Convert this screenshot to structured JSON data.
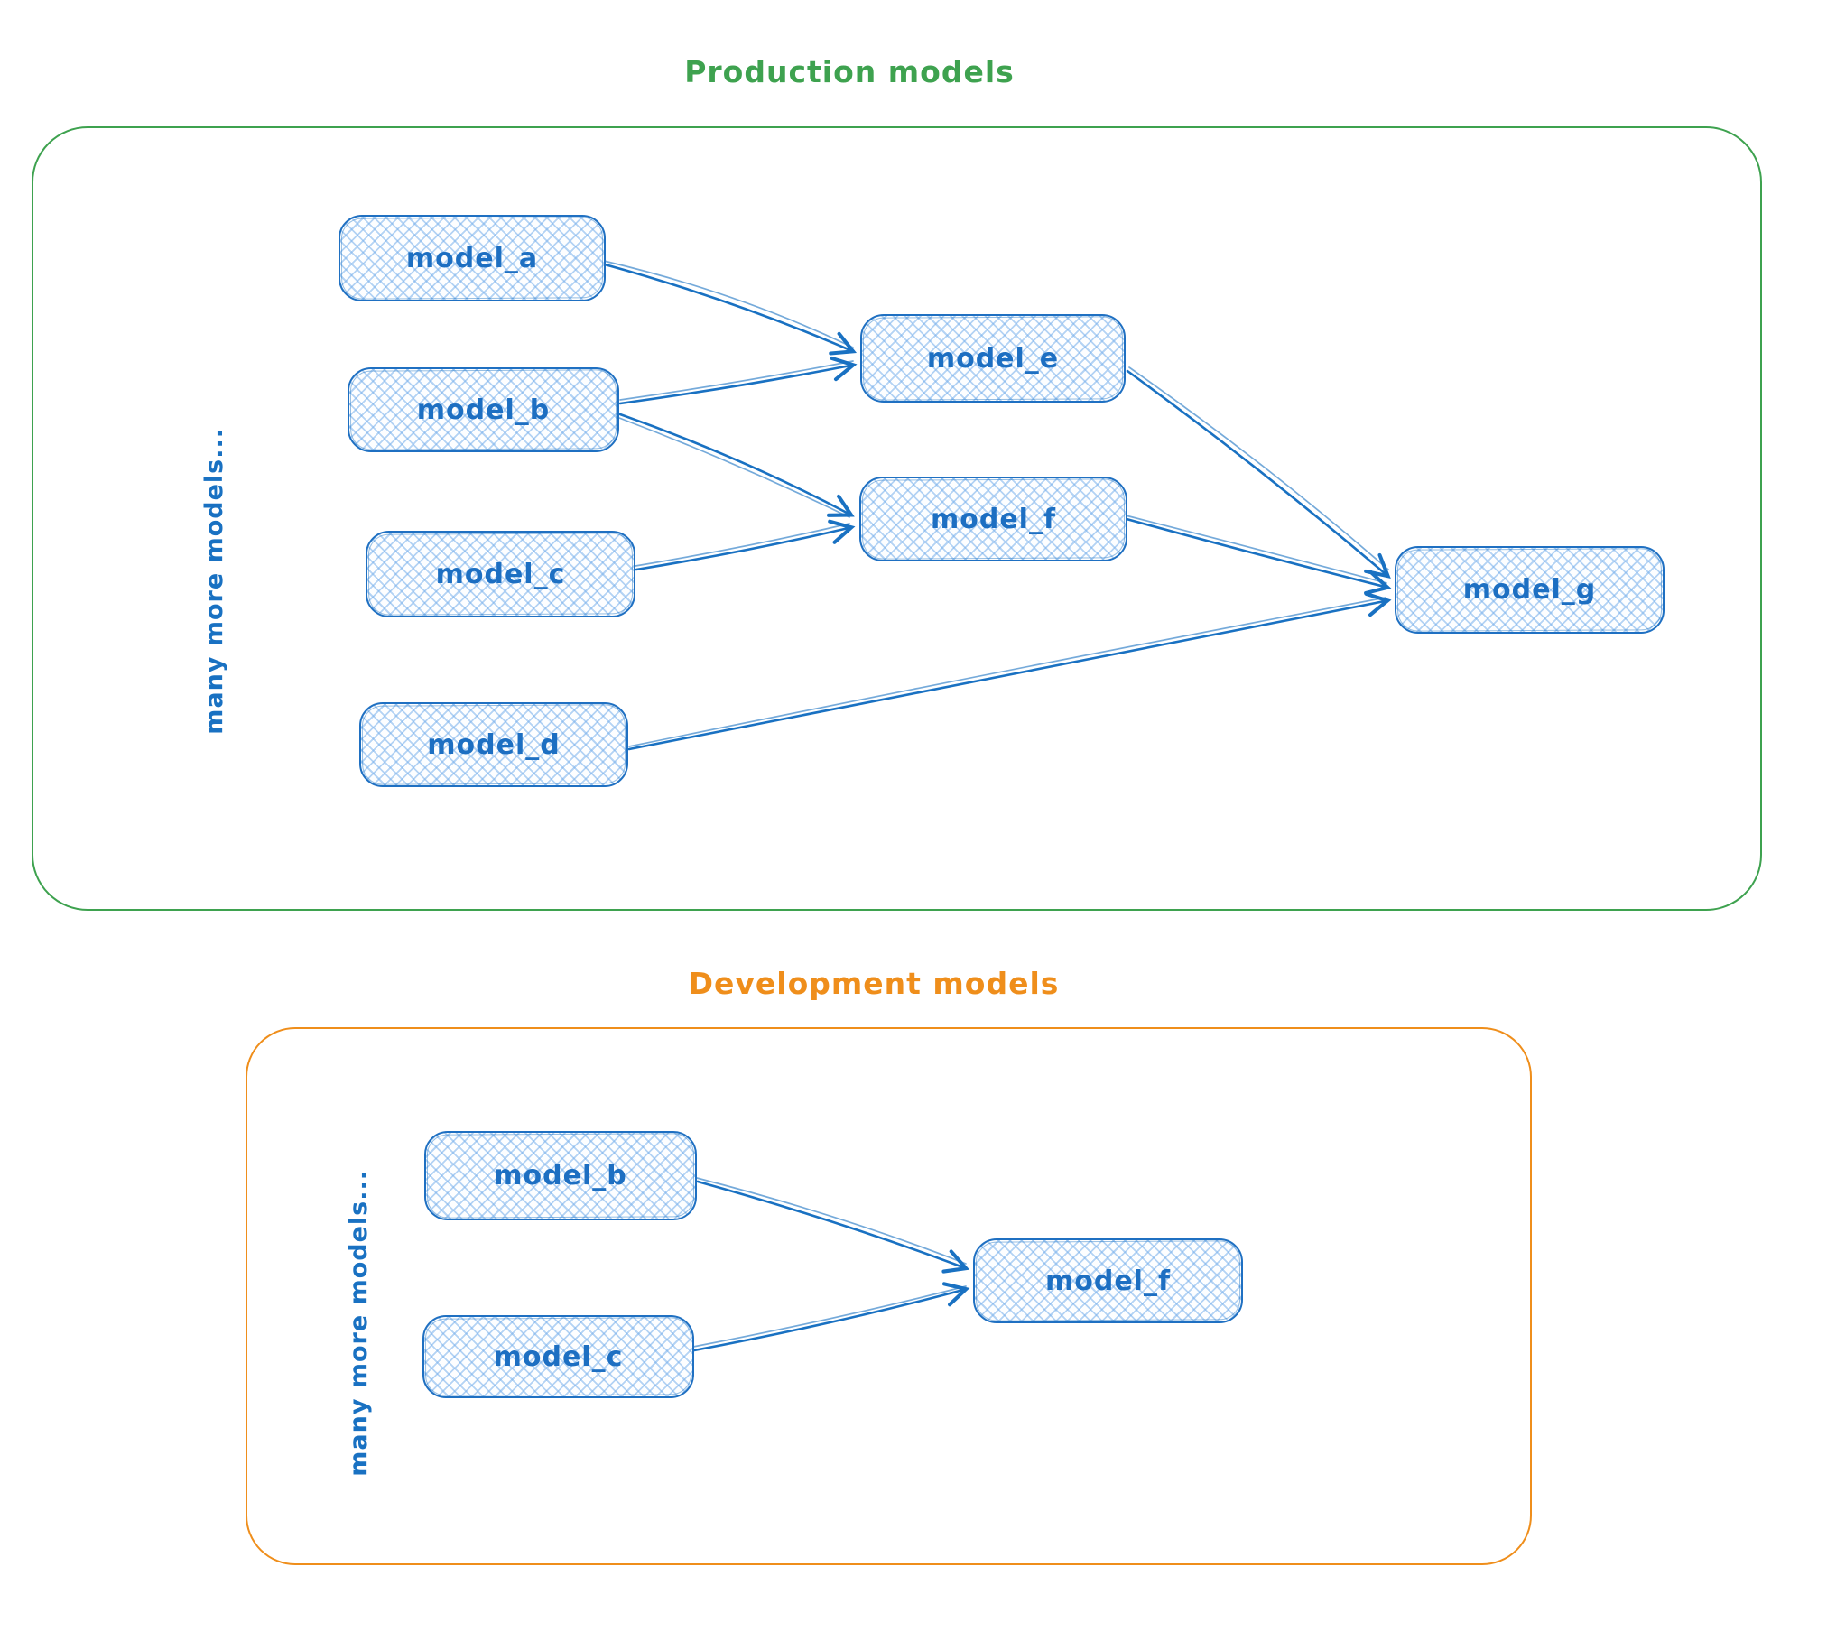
{
  "production": {
    "title": "Production models",
    "side_label": "many more models...",
    "accent_color": "#3ea24f",
    "nodes": {
      "a": "model_a",
      "b": "model_b",
      "c": "model_c",
      "d": "model_d",
      "e": "model_e",
      "f": "model_f",
      "g": "model_g"
    },
    "edges": [
      "model_a → model_e",
      "model_b → model_e",
      "model_b → model_f",
      "model_c → model_f",
      "model_e → model_g",
      "model_f → model_g",
      "model_d → model_g"
    ]
  },
  "development": {
    "title": "Development models",
    "side_label": "many more models...",
    "accent_color": "#ef8e1b",
    "nodes": {
      "b": "model_b",
      "c": "model_c",
      "f": "model_f"
    },
    "edges": [
      "model_b → model_f",
      "model_c → model_f"
    ]
  },
  "node_color": "#1971c2"
}
